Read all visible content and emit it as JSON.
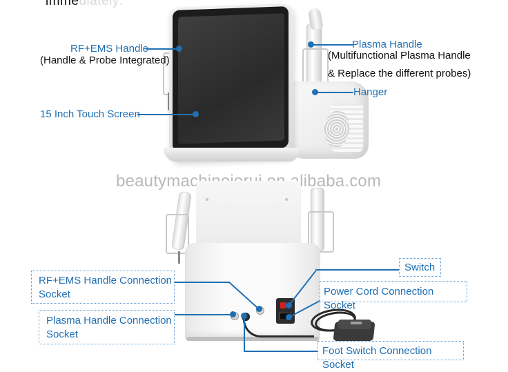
{
  "header_fragment": {
    "visible": "imme",
    "faded": "diately:"
  },
  "watermark": "beautymachinejerui.en.alibaba.com",
  "front_view": {
    "labels": {
      "rf_ems_handle": {
        "title": "RF+EMS Handle",
        "subtitle": "(Handle & Probe Integrated)"
      },
      "touch_screen": {
        "title": "15 Inch Touch Screen"
      },
      "plasma_handle": {
        "title": "Plasma Handle",
        "line2": "(Multifunctional Plasma Handle",
        "line3": "& Replace the different probes)"
      },
      "hanger": {
        "title": "Hanger"
      }
    }
  },
  "back_view": {
    "labels": {
      "rf_ems_socket": {
        "line1": "RF+EMS Handle Connection",
        "line2": "Socket"
      },
      "plasma_socket": {
        "line1": "Plasma Handle Connection",
        "line2": "Socket"
      },
      "switch": {
        "text": "Switch"
      },
      "power_cord_socket": {
        "text": "Power Cord Connection Socket"
      },
      "foot_switch_socket": {
        "text": "Foot Switch Connection Socket"
      }
    }
  },
  "colors": {
    "callout_blue": "#1f6fb4",
    "box_border": "#5b9bd5",
    "text_black": "#111111",
    "watermark_gray": "#b9b9b9",
    "screen_dark": "#1c1c1c",
    "switch_red": "#d42020"
  }
}
